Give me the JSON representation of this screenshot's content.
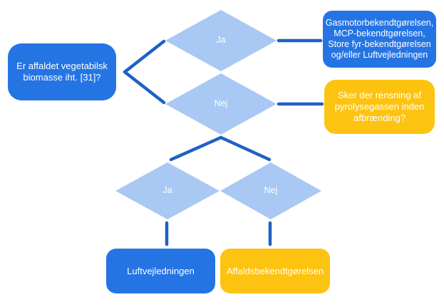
{
  "colors": {
    "node-blue": "#2574E4",
    "node-yellow": "#FDC311",
    "diamond-blue": "#A9C8F3",
    "connector-blue": "#1E61C5",
    "text-white": "#FFFFFF"
  },
  "flowchart": {
    "question_biomass": "Er affaldet vegetabilsk\nbiomasse iht. [31]?",
    "branch_top_ja": "Ja",
    "branch_top_nej": "Nej",
    "outcome_regulations": "Gasmotorbekendtgørelsen,\nMCP-bekendtgørelsen,\nStore fyr-bekendtgørelsen\nog/eller Luftvejledningen",
    "question_cleaning": "Sker der rensning af\npyrolysegassen inden\nafbrænding?",
    "branch_bottom_ja": "Ja",
    "branch_bottom_nej": "Nej",
    "outcome_luftvejledningen": "Luftvejledningen",
    "outcome_affaldsbekendtgoerelsen": "Affaldsbekendtgørelsen"
  }
}
